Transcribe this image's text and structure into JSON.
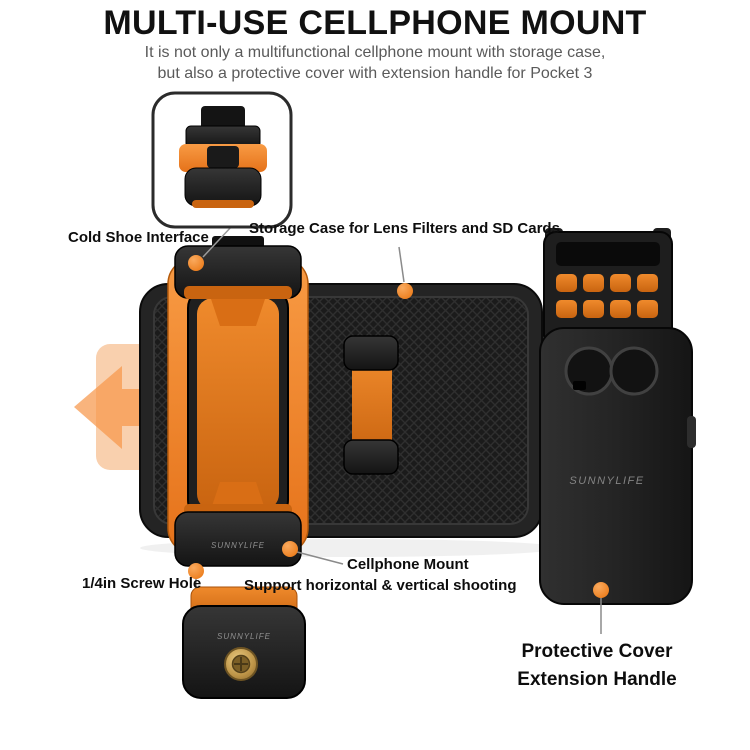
{
  "page": {
    "title": "MULTI-USE CELLPHONE MOUNT",
    "subtitle_line1": "It is not only a multifunctional cellphone mount with storage case,",
    "subtitle_line2": "but also a protective cover with extension handle for Pocket 3"
  },
  "callouts": {
    "cold_shoe": "Cold Shoe Interface",
    "storage_case": "Storage Case for Lens Filters and SD Cards",
    "screw_hole": "1/4in Screw Hole",
    "cellphone_mount": "Cellphone Mount",
    "cellphone_mount_sub": "Support horizontal & vertical shooting",
    "protective_cover_line1": "Protective Cover",
    "protective_cover_line2": "Extension Handle"
  },
  "brand": {
    "logo_text": "SUNNYLIFE"
  },
  "colors": {
    "accent_orange": "#F0832A",
    "accent_orange_deep": "#C96410",
    "product_black": "#1E1E1E",
    "screw_gold": "#C79B4B",
    "title_text": "#111111",
    "subtitle_text": "#5A5A5A"
  }
}
